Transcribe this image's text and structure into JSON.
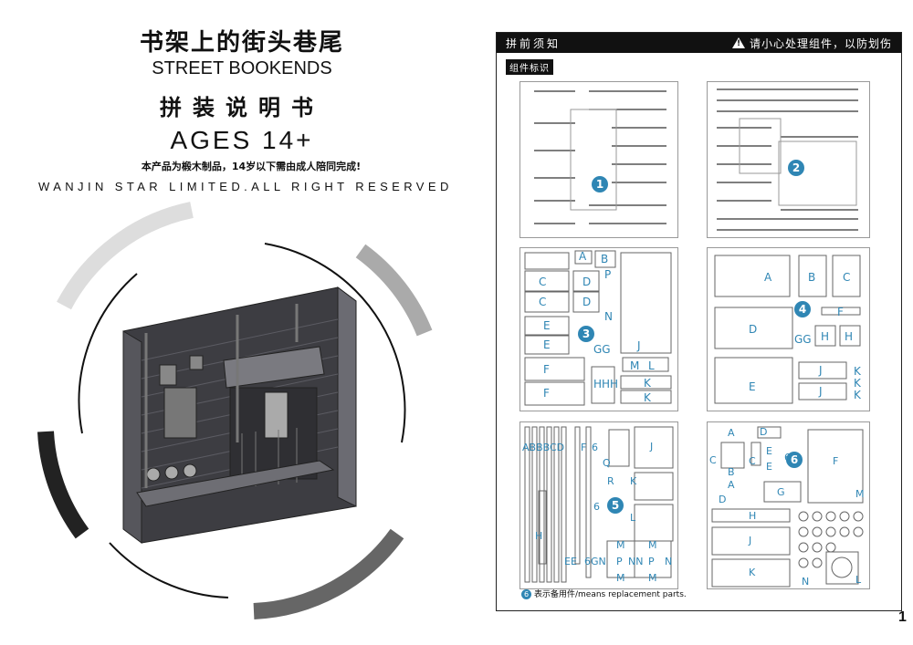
{
  "cover": {
    "title_cn": "书架上的街头巷尾",
    "title_en": "STREET BOOKENDS",
    "subtitle_cn": "拼装说明书",
    "ages": "AGES 14+",
    "notice_cn": "本产品为椴木制品，14岁以下需由成人陪同完成!",
    "rights": "WANJIN STAR LIMITED.ALL RIGHT RESERVED"
  },
  "instructions": {
    "header_left": "拼前须知",
    "header_right": "请小心处理组件，以防划伤",
    "warning_icon": "warning-triangle",
    "parts_tag": "组件标识",
    "sheets": [
      {
        "number": "1",
        "labels": []
      },
      {
        "number": "2",
        "labels": []
      },
      {
        "number": "3",
        "labels": [
          "A",
          "B",
          "C",
          "C",
          "D",
          "D",
          "P",
          "N",
          "E",
          "E",
          "GG",
          "J",
          "F",
          "F",
          "HHH",
          "M",
          "L",
          "K",
          "K"
        ]
      },
      {
        "number": "4",
        "labels": [
          "A",
          "B",
          "C",
          "D",
          "F",
          "GG",
          "H",
          "H",
          "J",
          "J",
          "K",
          "K",
          "K",
          "E"
        ]
      },
      {
        "number": "5",
        "labels": [
          "ABBBCD",
          "F",
          "6",
          "J",
          "Q",
          "R",
          "K",
          "L",
          "H",
          "EE",
          "6GN",
          "P",
          "NN",
          "P",
          "N",
          "M",
          "M",
          "M",
          "M",
          "6"
        ]
      },
      {
        "number": "6",
        "labels": [
          "A",
          "D",
          "C",
          "B",
          "A",
          "D",
          "C",
          "E",
          "E",
          "6",
          "F",
          "G",
          "H",
          "J",
          "K",
          "M",
          "N",
          "L"
        ]
      }
    ],
    "footnote_icon": "6",
    "footnote": "表示备用件/means replacement parts."
  },
  "page_number": "1"
}
